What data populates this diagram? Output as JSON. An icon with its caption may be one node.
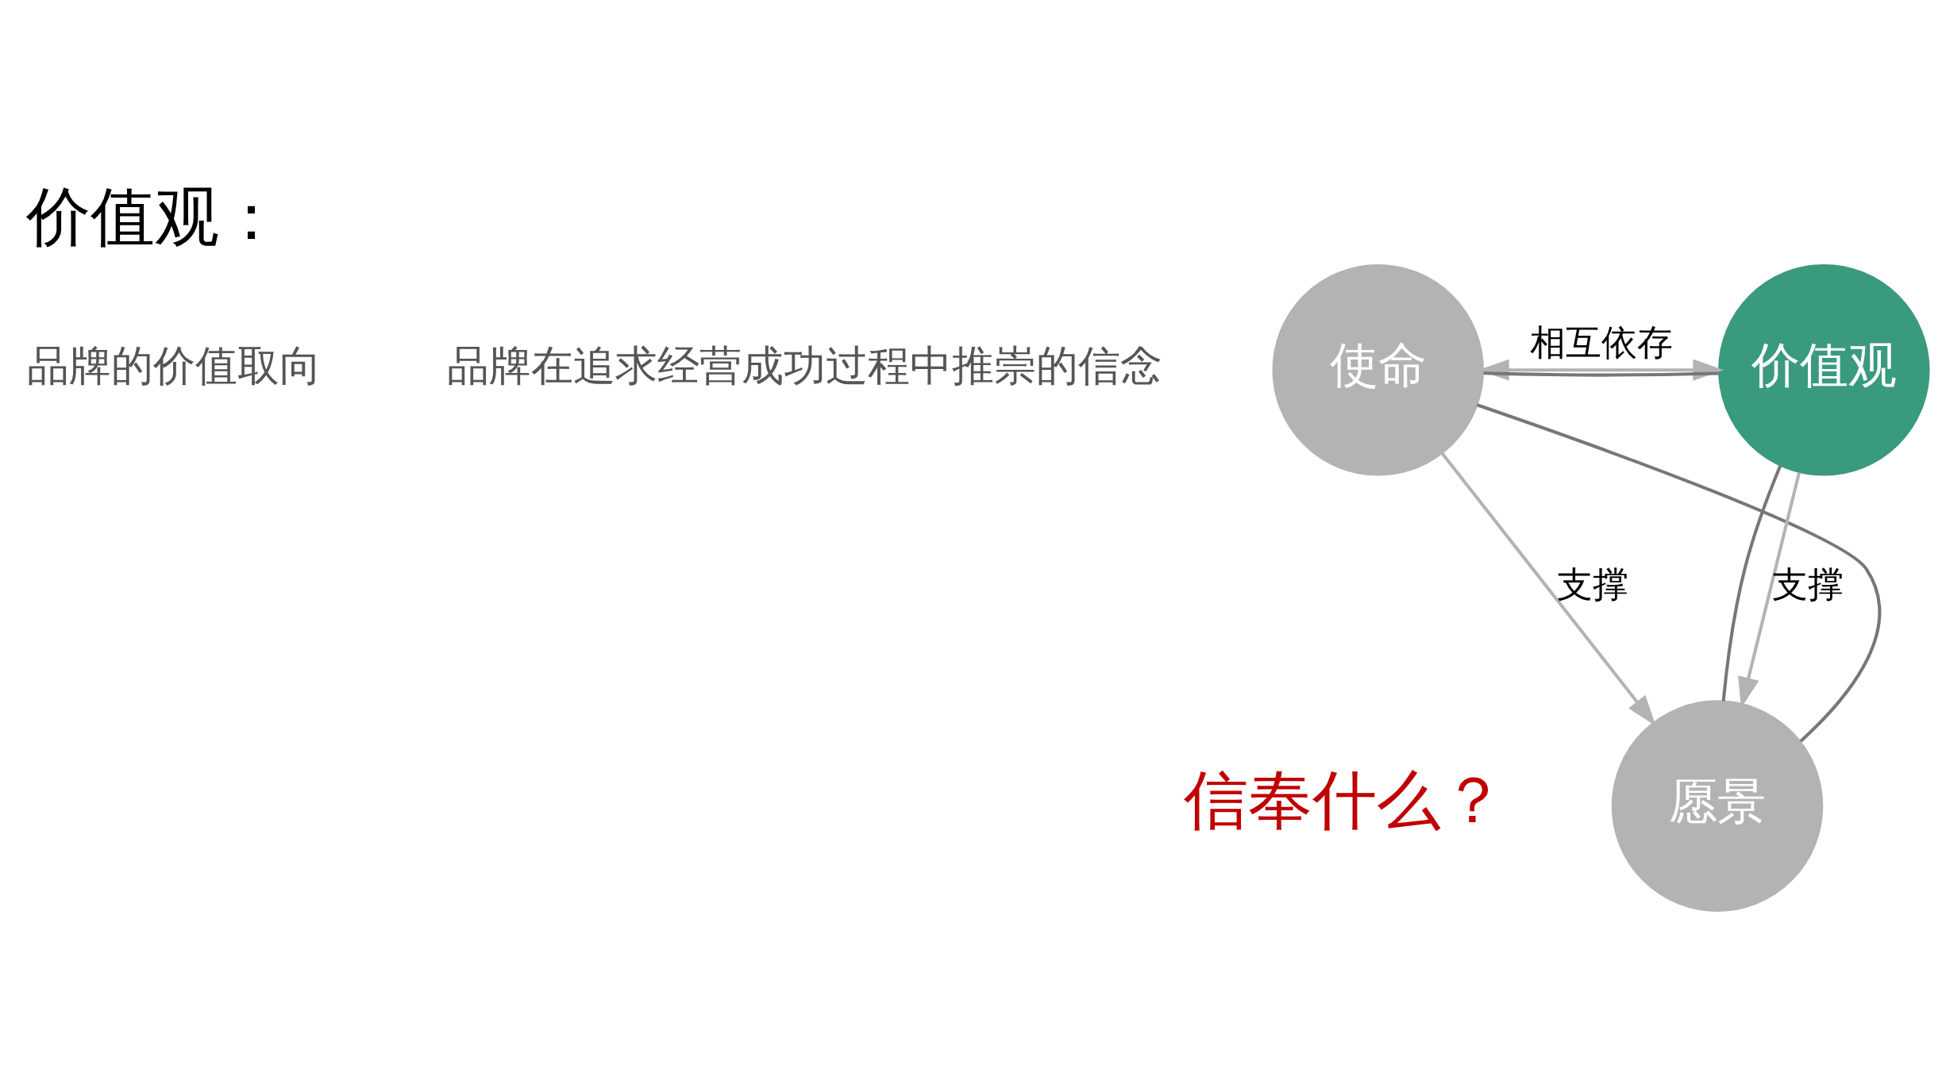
{
  "diagram": {
    "title": "价值观：",
    "nodes": [
      {
        "text": [
          "愿景"
        ]
      },
      {
        "text": [
          "使命"
        ]
      },
      {
        "text": [
          "价值观"
        ]
      }
    ],
    "edges": [
      {
        "from": 1,
        "to": 0,
        "arrow": "to",
        "label": "支撑",
        "color": "#b3b3b3"
      },
      {
        "from": 2,
        "to": 0,
        "arrow": "to",
        "label": "支撑",
        "color": "#b3b3b3"
      },
      {
        "from": 1,
        "to": 2,
        "arrow": "both",
        "label": "相互依存",
        "color": "#b3b3b3"
      },
      {
        "from": 0,
        "to": 2,
        "arrow": "none",
        "color": "#777777"
      },
      {
        "from": 2,
        "to": 1,
        "arrow": "none",
        "color": "#777777"
      },
      {
        "from": 1,
        "to": 0,
        "arrow": "none",
        "color": "#777777"
      }
    ],
    "labels": [
      "信奉什么？",
      "品牌的价值取向",
      "品牌在追求经营成功过程中推崇的信念"
    ]
  }
}
